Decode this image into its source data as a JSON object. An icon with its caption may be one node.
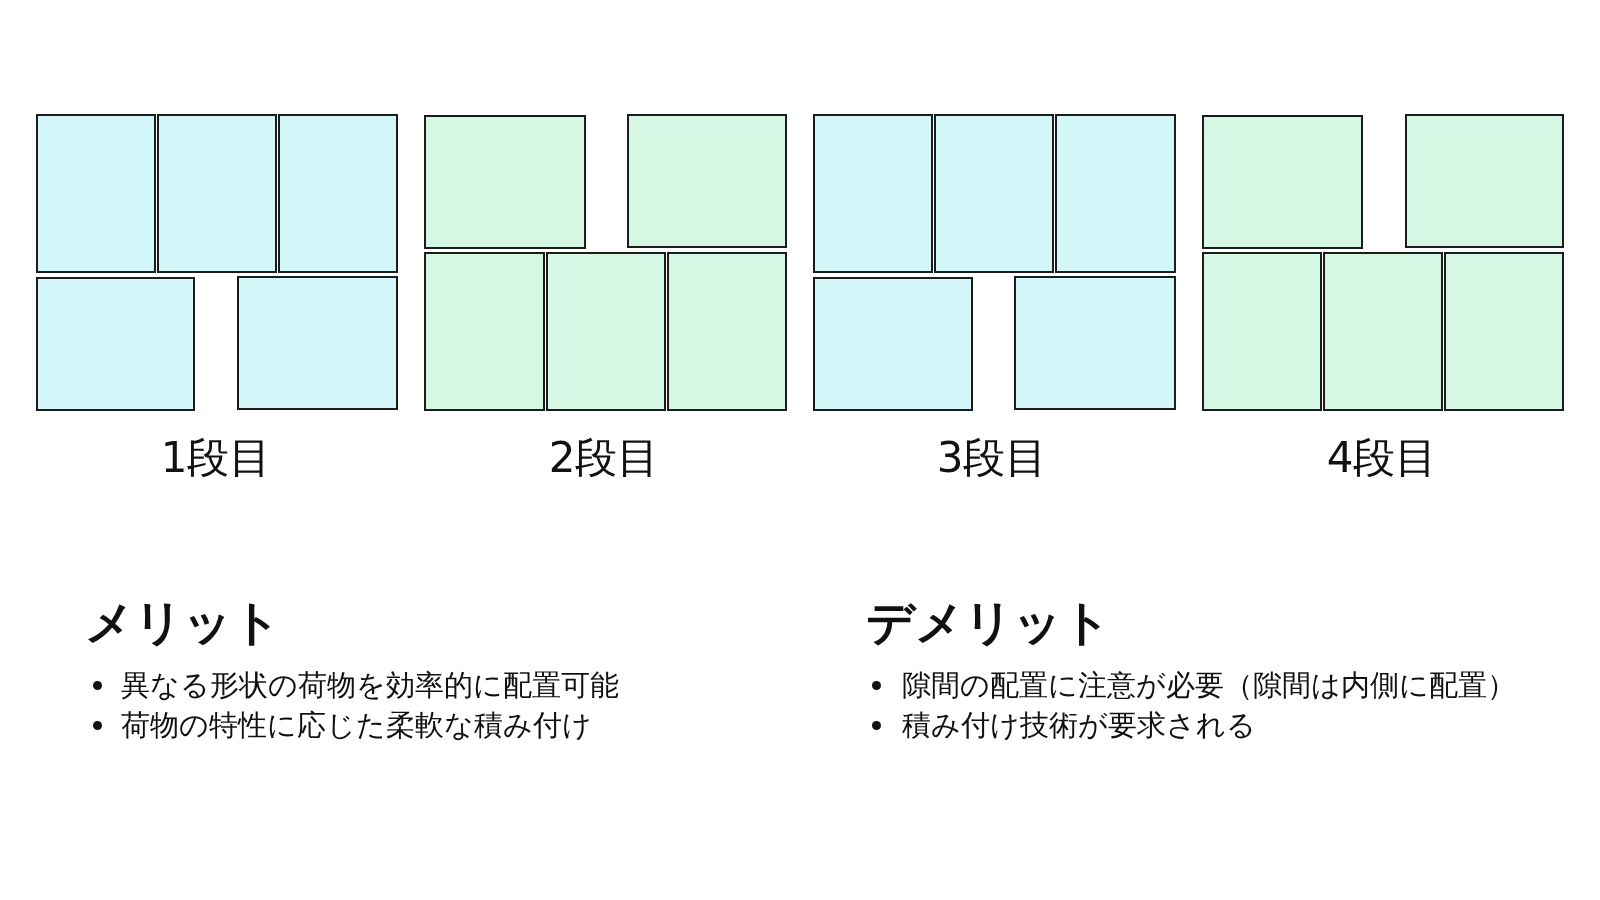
{
  "diagram": {
    "nodes": [
      {
        "text": [],
        "shape": "box"
      },
      {
        "text": [],
        "shape": "box"
      },
      {
        "text": [],
        "shape": "box"
      },
      {
        "text": [],
        "shape": "box"
      },
      {
        "text": [],
        "shape": "box"
      },
      {
        "text": [],
        "shape": "box"
      },
      {
        "text": [],
        "shape": "box"
      },
      {
        "text": [],
        "shape": "box"
      },
      {
        "text": [],
        "shape": "box"
      },
      {
        "text": [],
        "shape": "box"
      },
      {
        "text": [],
        "shape": "box"
      },
      {
        "text": [],
        "shape": "box"
      },
      {
        "text": [],
        "shape": "box"
      },
      {
        "text": [],
        "shape": "box"
      },
      {
        "text": [],
        "shape": "box"
      },
      {
        "text": [],
        "shape": "box"
      },
      {
        "text": [],
        "shape": "box"
      },
      {
        "text": [],
        "shape": "box"
      },
      {
        "text": [],
        "shape": "box"
      },
      {
        "text": [],
        "shape": "box"
      }
    ],
    "labels": [
      "1段目",
      "2段目",
      "3段目",
      "4段目",
      "メリット",
      "異なる形状の荷物を効率的に配置可能",
      "荷物の特性に応じた柔軟な積み付け",
      "デメリット",
      "隙間の配置に注意が必要（隙間は内側に配置）",
      "積み付け技術が要求される"
    ]
  }
}
